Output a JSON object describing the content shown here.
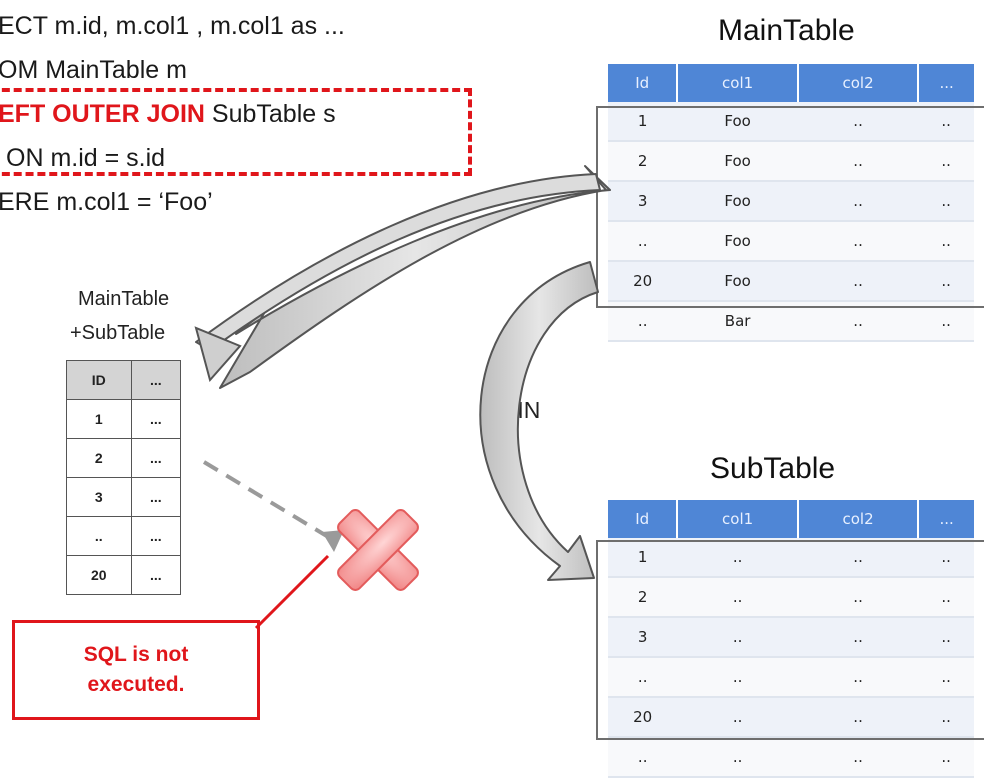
{
  "sql": {
    "line1": "ECT m.id, m.col1 , m.col1 as  ...",
    "line2": "OM MainTable m",
    "line3_keyword": "EFT OUTER JOIN",
    "line3_rest": " SubTable s",
    "line4": "ON m.id = s.id",
    "line5": "ERE m.col1 = ‘Foo’"
  },
  "main_table": {
    "title": "MainTable",
    "headers": [
      "Id",
      "col1",
      "col2",
      "..."
    ],
    "rows": [
      [
        "1",
        "Foo",
        "..",
        ".."
      ],
      [
        "2",
        "Foo",
        "..",
        ".."
      ],
      [
        "3",
        "Foo",
        "..",
        ".."
      ],
      [
        "..",
        "Foo",
        "..",
        ".."
      ],
      [
        "20",
        "Foo",
        "..",
        ".."
      ],
      [
        "..",
        "Bar",
        "..",
        ".."
      ]
    ]
  },
  "sub_table": {
    "title": "SubTable",
    "headers": [
      "Id",
      "col1",
      "col2",
      "..."
    ],
    "rows": [
      [
        "1",
        "..",
        "..",
        ".."
      ],
      [
        "2",
        "..",
        "..",
        ".."
      ],
      [
        "3",
        "..",
        "..",
        ".."
      ],
      [
        "..",
        "..",
        "..",
        ".."
      ],
      [
        "20",
        "..",
        "..",
        ".."
      ],
      [
        "..",
        "..",
        "..",
        ".."
      ]
    ]
  },
  "result_table": {
    "label_line1": "MainTable",
    "label_line2": "+SubTable",
    "headers": [
      "ID",
      "..."
    ],
    "rows": [
      [
        "1",
        "..."
      ],
      [
        "2",
        "..."
      ],
      [
        "3",
        "..."
      ],
      [
        "..",
        "..."
      ],
      [
        "20",
        "..."
      ]
    ]
  },
  "join_label": "JOIN",
  "callout_text": "SQL is not\nexecuted.",
  "colors": {
    "header_blue": "#4f86d6",
    "red": "#e0161b",
    "arrow_gray": "#c8c8c8"
  },
  "icons": {
    "cross": "x-mark-icon",
    "arrows": "curved-arrow-icon"
  }
}
